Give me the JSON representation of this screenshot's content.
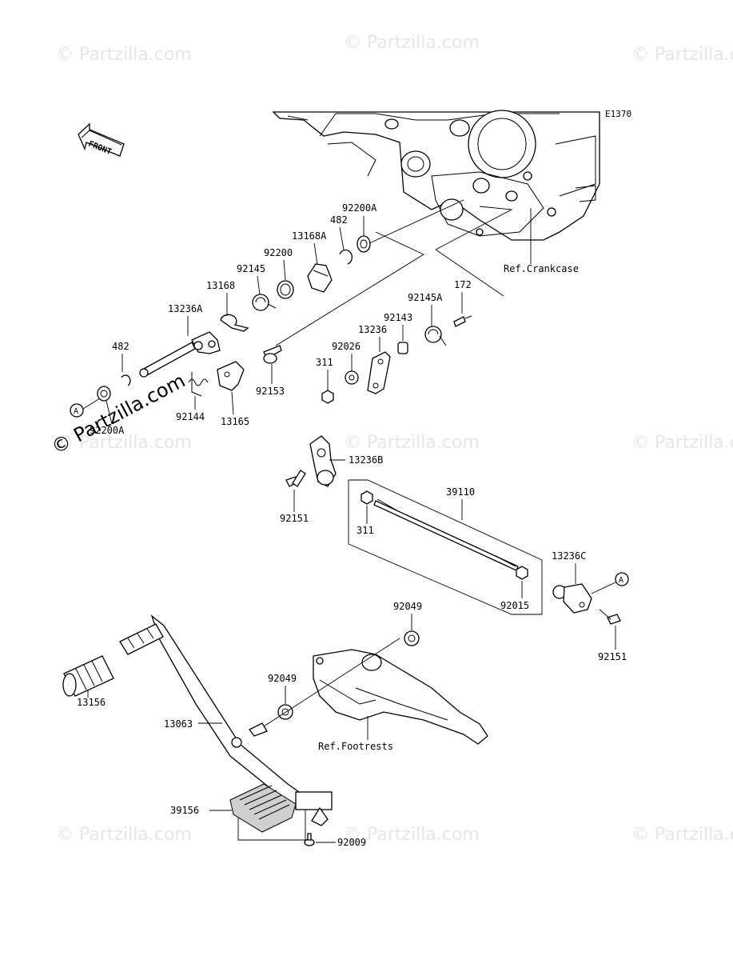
{
  "diagram_code": "E1370",
  "front_label": "FRONT",
  "watermarks": [
    "© Partzilla.com",
    "© Partzilla.com",
    "© Partzilla.com",
    "© Partzilla.com",
    "© Partzilla.com",
    "© Partzilla.com",
    "© Partzilla.com",
    "© Partzilla.com",
    "© Partzilla.com"
  ],
  "main_watermark": "© Partzilla.com",
  "references": {
    "crankcase": "Ref.Crankcase",
    "footrests": "Ref.Footrests"
  },
  "connector_marks": [
    "A",
    "A"
  ],
  "parts": [
    {
      "id": "p-92200A-top",
      "label": "92200A"
    },
    {
      "id": "p-482-top",
      "label": "482"
    },
    {
      "id": "p-13168A",
      "label": "13168A"
    },
    {
      "id": "p-92200",
      "label": "92200"
    },
    {
      "id": "p-92145",
      "label": "92145"
    },
    {
      "id": "p-13168",
      "label": "13168"
    },
    {
      "id": "p-13236A",
      "label": "13236A"
    },
    {
      "id": "p-482-left",
      "label": "482"
    },
    {
      "id": "p-92200A-left",
      "label": "92200A"
    },
    {
      "id": "p-92144",
      "label": "92144"
    },
    {
      "id": "p-13165",
      "label": "13165"
    },
    {
      "id": "p-92153",
      "label": "92153"
    },
    {
      "id": "p-172",
      "label": "172"
    },
    {
      "id": "p-92145A",
      "label": "92145A"
    },
    {
      "id": "p-92143",
      "label": "92143"
    },
    {
      "id": "p-13236",
      "label": "13236"
    },
    {
      "id": "p-92026",
      "label": "92026"
    },
    {
      "id": "p-311-top",
      "label": "311"
    },
    {
      "id": "p-13236B",
      "label": "13236B"
    },
    {
      "id": "p-92151-left",
      "label": "92151"
    },
    {
      "id": "p-39110",
      "label": "39110"
    },
    {
      "id": "p-311-mid",
      "label": "311"
    },
    {
      "id": "p-92015",
      "label": "92015"
    },
    {
      "id": "p-13236C",
      "label": "13236C"
    },
    {
      "id": "p-92151-right",
      "label": "92151"
    },
    {
      "id": "p-92049-top",
      "label": "92049"
    },
    {
      "id": "p-92049-mid",
      "label": "92049"
    },
    {
      "id": "p-13063",
      "label": "13063"
    },
    {
      "id": "p-13156",
      "label": "13156"
    },
    {
      "id": "p-39156",
      "label": "39156"
    },
    {
      "id": "p-92009",
      "label": "92009"
    }
  ]
}
